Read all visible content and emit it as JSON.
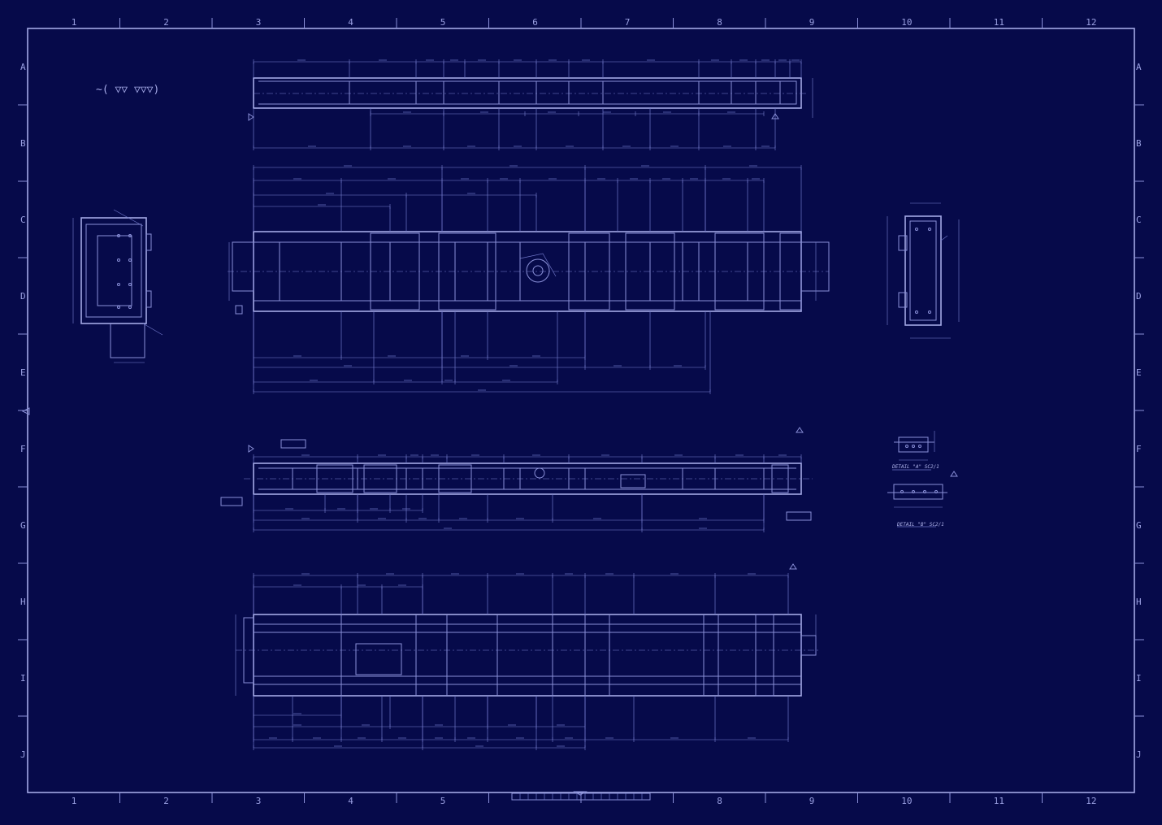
{
  "drawing": {
    "columns_top": [
      "1",
      "2",
      "3",
      "4",
      "5",
      "6",
      "7",
      "8",
      "9",
      "10",
      "11",
      "12"
    ],
    "columns_bottom": [
      "1",
      "2",
      "3",
      "4",
      "5",
      "",
      "",
      "8",
      "9",
      "10",
      "11",
      "12"
    ],
    "rows": [
      "A",
      "B",
      "C",
      "D",
      "E",
      "F",
      "G",
      "H",
      "I",
      "J"
    ],
    "roughness_symbol": "∼( ▽▽ ▽▽▽)",
    "detail_a_label": "DETAIL \"A\" SC2/1",
    "detail_b_label": "DETAIL \"B\" SC2/1",
    "colors": {
      "background": "#060a4a",
      "line": "#8a90d8",
      "text": "#b3b7ee"
    }
  }
}
